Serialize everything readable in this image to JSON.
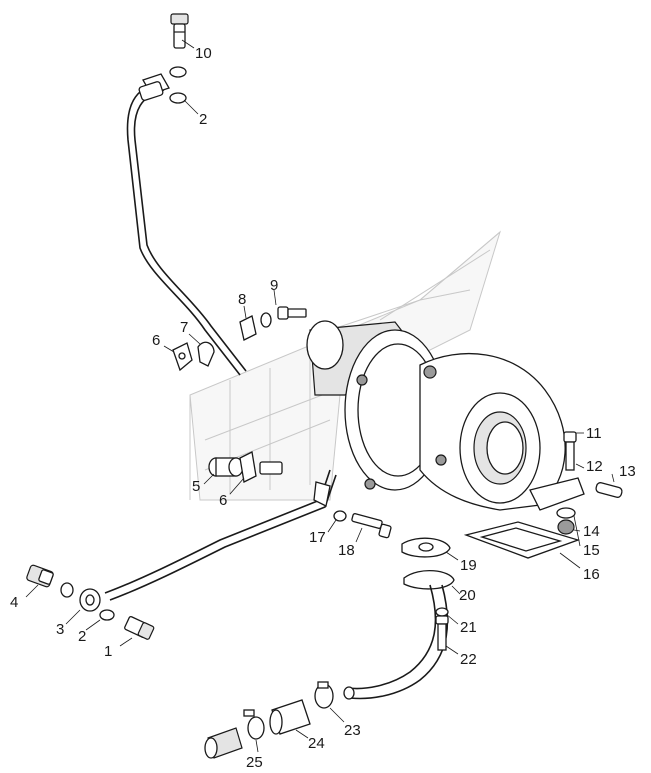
{
  "diagram": {
    "callouts": [
      {
        "id": "c1",
        "text": "1"
      },
      {
        "id": "c2a",
        "text": "2"
      },
      {
        "id": "c2b",
        "text": "2"
      },
      {
        "id": "c3",
        "text": "3"
      },
      {
        "id": "c4",
        "text": "4"
      },
      {
        "id": "c5",
        "text": "5"
      },
      {
        "id": "c6a",
        "text": "6"
      },
      {
        "id": "c6b",
        "text": "6"
      },
      {
        "id": "c7",
        "text": "7"
      },
      {
        "id": "c8",
        "text": "8"
      },
      {
        "id": "c9",
        "text": "9"
      },
      {
        "id": "c10",
        "text": "10"
      },
      {
        "id": "c11",
        "text": "11"
      },
      {
        "id": "c12",
        "text": "12"
      },
      {
        "id": "c13",
        "text": "13"
      },
      {
        "id": "c14",
        "text": "14"
      },
      {
        "id": "c15",
        "text": "15"
      },
      {
        "id": "c16",
        "text": "16"
      },
      {
        "id": "c17",
        "text": "17"
      },
      {
        "id": "c18",
        "text": "18"
      },
      {
        "id": "c19",
        "text": "19"
      },
      {
        "id": "c20",
        "text": "20"
      },
      {
        "id": "c21",
        "text": "21"
      },
      {
        "id": "c22",
        "text": "22"
      },
      {
        "id": "c23",
        "text": "23"
      },
      {
        "id": "c24",
        "text": "24"
      },
      {
        "id": "c25",
        "text": "25"
      }
    ]
  }
}
